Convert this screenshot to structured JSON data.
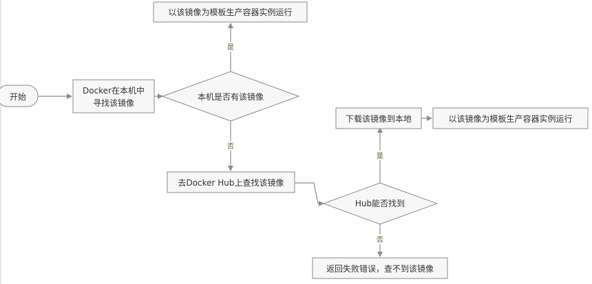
{
  "nodes": {
    "start": "开始",
    "search_local_line1": "Docker在本机中",
    "search_local_line2": "寻找该镜像",
    "decision_local": "本机是否有该镜像",
    "run_top": "以该镜像为模板生产容器实例运行",
    "search_hub": "去Docker Hub上查找该镜像",
    "decision_hub": "Hub能否找到",
    "download": "下载该镜像到本地",
    "run_right": "以该镜像为模板生产容器实例运行",
    "error": "返回失败错误，查不到该镜像"
  },
  "edge_labels": {
    "local_yes": "是",
    "local_no": "否",
    "hub_yes": "是",
    "hub_no": "否"
  },
  "colors": {
    "stroke": "#8a8a8a",
    "fill": "#f7f7f7",
    "text": "#333333",
    "edge_label": "#5a5a2a"
  }
}
